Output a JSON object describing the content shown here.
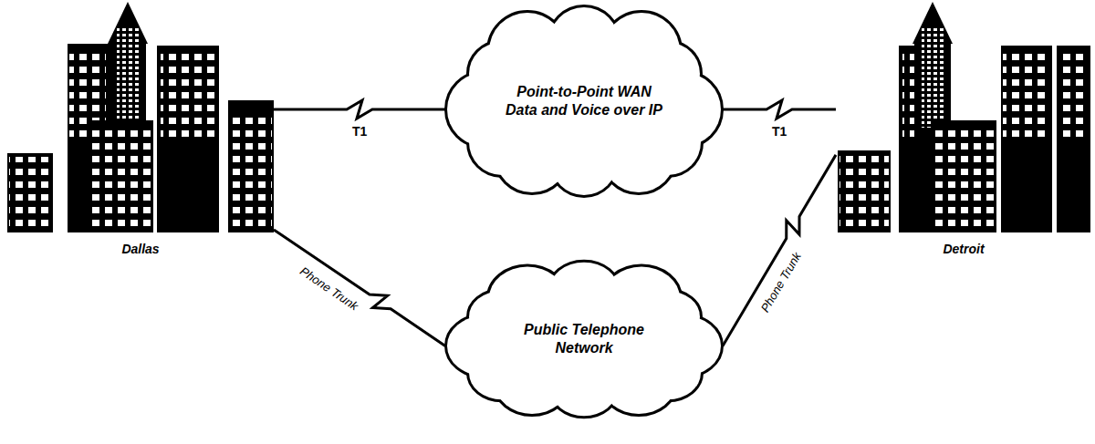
{
  "diagram": {
    "nodes": [
      {
        "text": [
          "Dallas"
        ]
      },
      {
        "text": [
          "Point-to-Point WAN Data and Voice over IP"
        ]
      },
      {
        "text": [
          "Detroit"
        ]
      },
      {
        "text": [
          "Public Telephone Network"
        ]
      }
    ],
    "edges": [
      {
        "from": 0,
        "to": 1,
        "arrow": "none",
        "label": "T1"
      },
      {
        "from": 1,
        "to": 2,
        "arrow": "none",
        "label": "T1"
      },
      {
        "from": 0,
        "to": 3,
        "arrow": "none",
        "label": "Phone Trunk"
      },
      {
        "from": 3,
        "to": 2,
        "arrow": "none",
        "label": "Phone Trunk"
      }
    ]
  }
}
